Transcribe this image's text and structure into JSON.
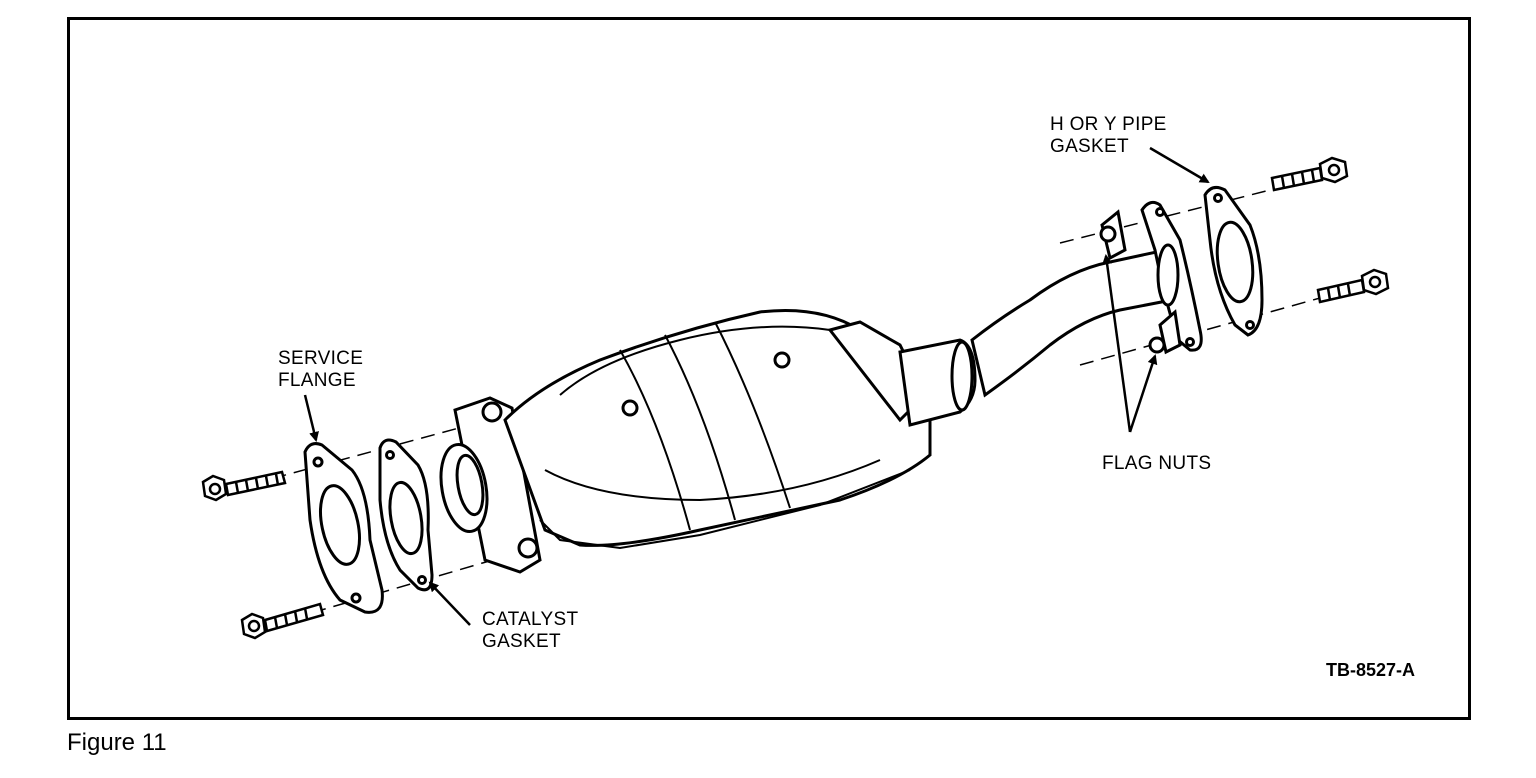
{
  "labels": {
    "service_flange": [
      "SERVICE",
      "FLANGE"
    ],
    "catalyst_gasket": [
      "CATALYST",
      "GASKET"
    ],
    "h_or_y_pipe_gasket": [
      "H OR Y PIPE",
      "GASKET"
    ],
    "flag_nuts": "FLAG NUTS"
  },
  "drawing_id": "TB-8527-A",
  "caption": "Figure  11"
}
